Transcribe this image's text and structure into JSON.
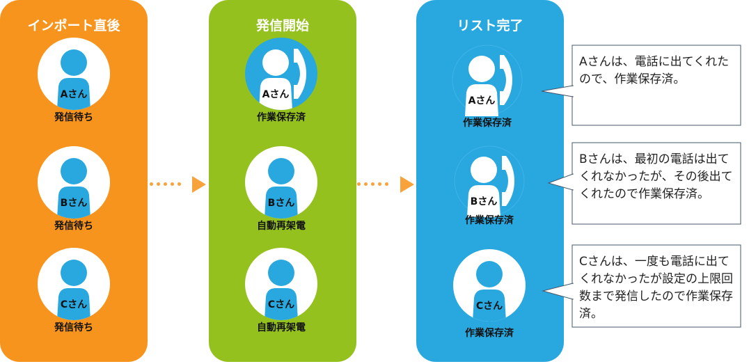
{
  "colors": {
    "orange": "#f7941d",
    "green": "#95c11f",
    "blue": "#29a8e0"
  },
  "columns": [
    {
      "title": "インポート直後",
      "people": [
        {
          "name": "Aさん",
          "status": "発信待ち",
          "phone": false,
          "style": "white"
        },
        {
          "name": "Bさん",
          "status": "発信待ち",
          "phone": false,
          "style": "white"
        },
        {
          "name": "Cさん",
          "status": "発信待ち",
          "phone": false,
          "style": "white"
        }
      ]
    },
    {
      "title": "発信開始",
      "people": [
        {
          "name": "Aさん",
          "status": "作業保存済",
          "phone": true,
          "style": "blue"
        },
        {
          "name": "Bさん",
          "status": "自動再架電",
          "phone": false,
          "style": "white"
        },
        {
          "name": "Cさん",
          "status": "自動再架電",
          "phone": false,
          "style": "white"
        }
      ]
    },
    {
      "title": "リスト完了",
      "people": [
        {
          "name": "Aさん",
          "status": "作業保存済",
          "phone": true,
          "style": "none"
        },
        {
          "name": "Bさん",
          "status": "作業保存済",
          "phone": true,
          "style": "none"
        },
        {
          "name": "Cさん",
          "status": "作業保存済",
          "phone": false,
          "style": "white"
        }
      ]
    }
  ],
  "callouts": [
    "Aさんは、電話に出てくれたので、作業保存済。",
    "Bさんは、最初の電話は出てくれなかったが、その後出てくれたので作業保存済。",
    "Cさんは、一度も電話に出てくれなかったが設定の上限回数まで発信したので作業保存済。"
  ]
}
